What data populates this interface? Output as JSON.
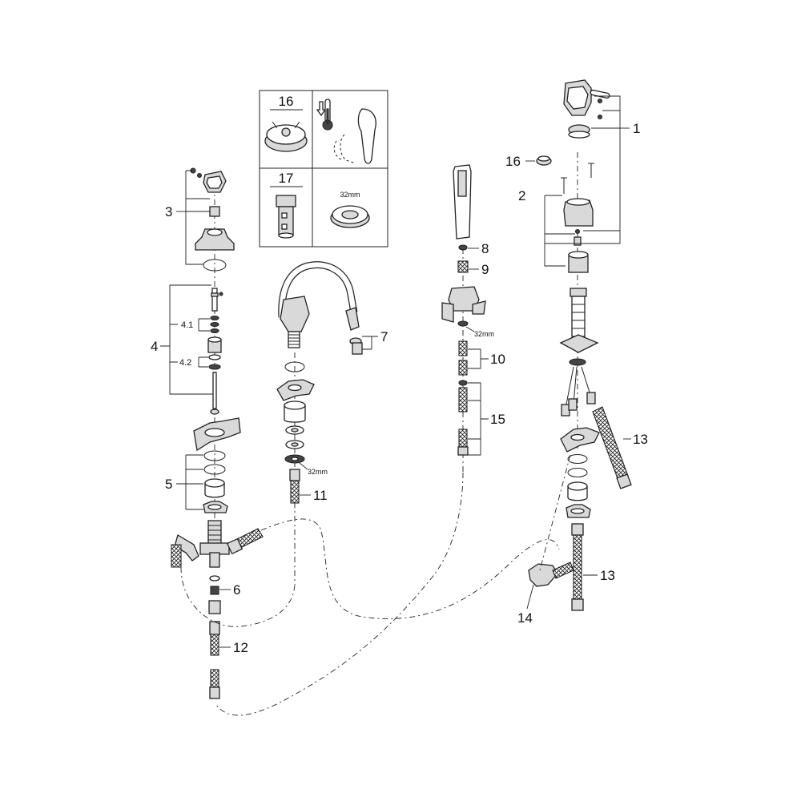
{
  "callouts": {
    "c1": "1",
    "c2": "2",
    "c3": "3",
    "c4": "4",
    "c4_1": "4.1",
    "c4_2": "4.2",
    "c5": "5",
    "c6": "6",
    "c7": "7",
    "c8": "8",
    "c9": "9",
    "c10": "10",
    "c11": "11",
    "c12": "12",
    "c13a": "13",
    "c13b": "13",
    "c14": "14",
    "c15": "15",
    "c16": "16"
  },
  "inset": {
    "cell1_label": "16",
    "cell3_label": "17",
    "cell4_size": "32mm"
  },
  "dimensions": {
    "spout_nut": "32mm",
    "handshower_nut": "32mm"
  },
  "icons": {
    "thermometer": "thermometer-cold-icon",
    "lever": "lever-handle-icon"
  }
}
